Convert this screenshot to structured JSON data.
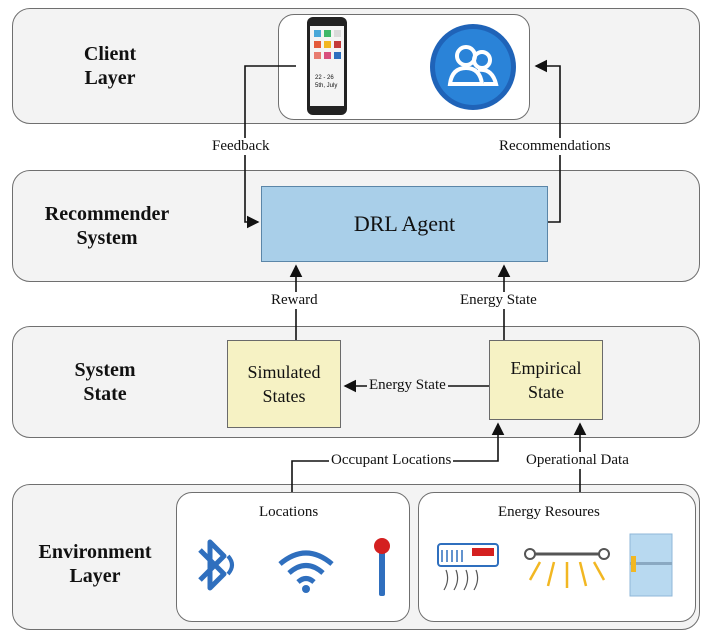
{
  "layers": {
    "client": "Client\nLayer",
    "recommender": "Recommender\nSystem",
    "state": "System\nState",
    "environment": "Environment\nLayer"
  },
  "agent": "DRL Agent",
  "simulated": "Simulated\nStates",
  "empirical": "Empirical\nState",
  "edges": {
    "feedback": "Feedback",
    "recommendations": "Recommendations",
    "reward": "Reward",
    "energy_state_up": "Energy State",
    "energy_state_left": "Energy  State",
    "occupant_locations": "Occupant Locations",
    "operational_data": "Operational Data"
  },
  "groups": {
    "locations": "Locations",
    "energy_resources": "Energy Resoures"
  },
  "phone": {
    "date_line1": "22 - 26",
    "date_line2": "5th, July"
  },
  "colors": {
    "agent_fill": "#a9cfe9",
    "state_fill": "#f6f2c4",
    "icon_blue": "#2f6fbe",
    "icon_red": "#d42020"
  },
  "icons": [
    "smartphone-icon",
    "users-icon",
    "bluetooth-icon",
    "wifi-icon",
    "beacon-icon",
    "air-conditioner-icon",
    "light-tube-icon",
    "smart-meter-icon"
  ]
}
